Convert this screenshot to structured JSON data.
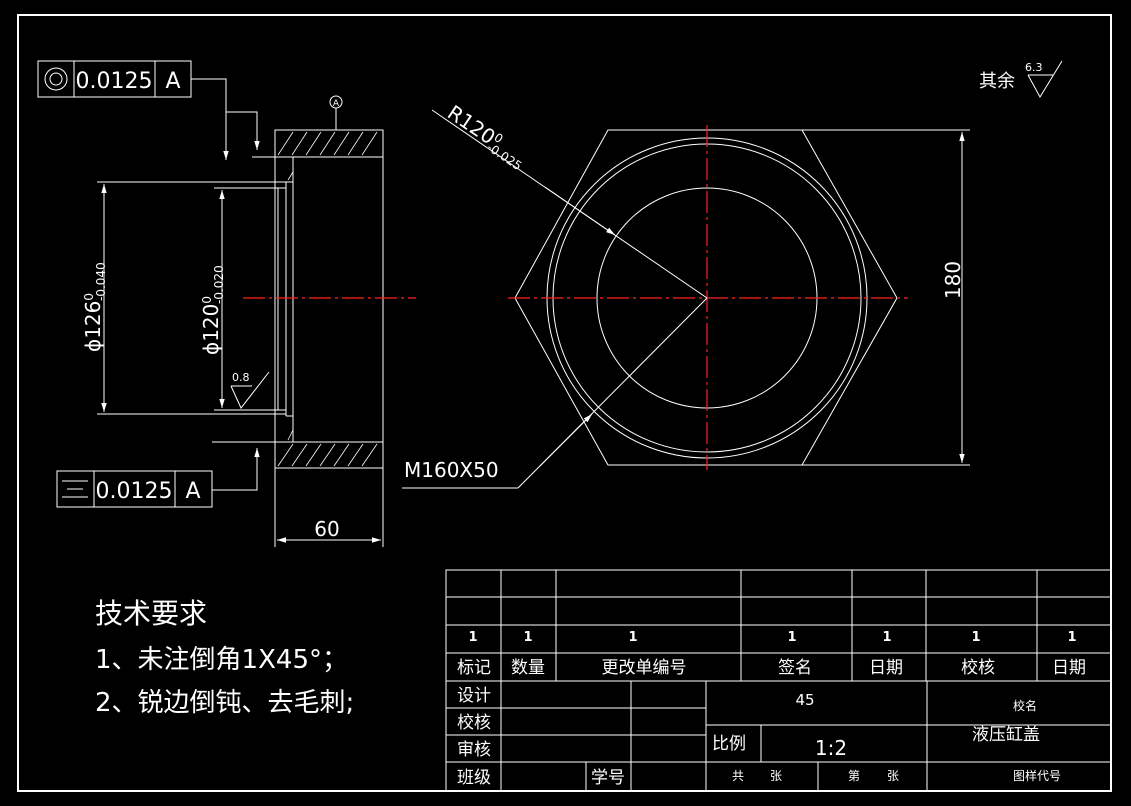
{
  "colors": {
    "background": "#000000",
    "line": "#ffffff",
    "centerline": "#ff2020"
  },
  "gdt": {
    "concentricity": {
      "icon": "concentricity-icon",
      "value": "0.0125",
      "datum": "A"
    },
    "symmetry": {
      "icon": "symmetry-icon",
      "value": "0.0125",
      "datum": "A"
    },
    "datum_marker": "A"
  },
  "dimensions": {
    "dia_outer": {
      "prefix": "ϕ126",
      "upper": "0",
      "lower": "-0.040"
    },
    "dia_inner": {
      "prefix": "ϕ120",
      "upper": "0",
      "lower": "-0.020"
    },
    "radius": {
      "prefix": "R120",
      "upper": "0",
      "lower": "-0.025"
    },
    "thread": "M160X50",
    "width": "60",
    "height": "180"
  },
  "surface": {
    "local": "0.8",
    "rest_label": "其余",
    "rest_value": "6.3"
  },
  "tech_requirements": {
    "title": "技术要求",
    "items": [
      "1、未注倒角1X45°；",
      "2、锐边倒钝、去毛刺;"
    ]
  },
  "title_block": {
    "rev_marks": [
      "1",
      "1",
      "1",
      "1",
      "1",
      "1",
      "1"
    ],
    "headers": [
      "标记",
      "数量",
      "更改单编号",
      "签名",
      "日期",
      "校核",
      "日期"
    ],
    "roles": [
      "设计",
      "校核",
      "审核",
      "班级"
    ],
    "student_no_label": "学号",
    "material": "45",
    "scale_label": "比例",
    "scale_value": "1:2",
    "total_label": "共",
    "sheet_unit1": "张",
    "sheet_no_label": "第",
    "sheet_unit2": "张",
    "school_label": "校名",
    "part_name": "液压缸盖",
    "drawing_code_label": "图样代号"
  }
}
